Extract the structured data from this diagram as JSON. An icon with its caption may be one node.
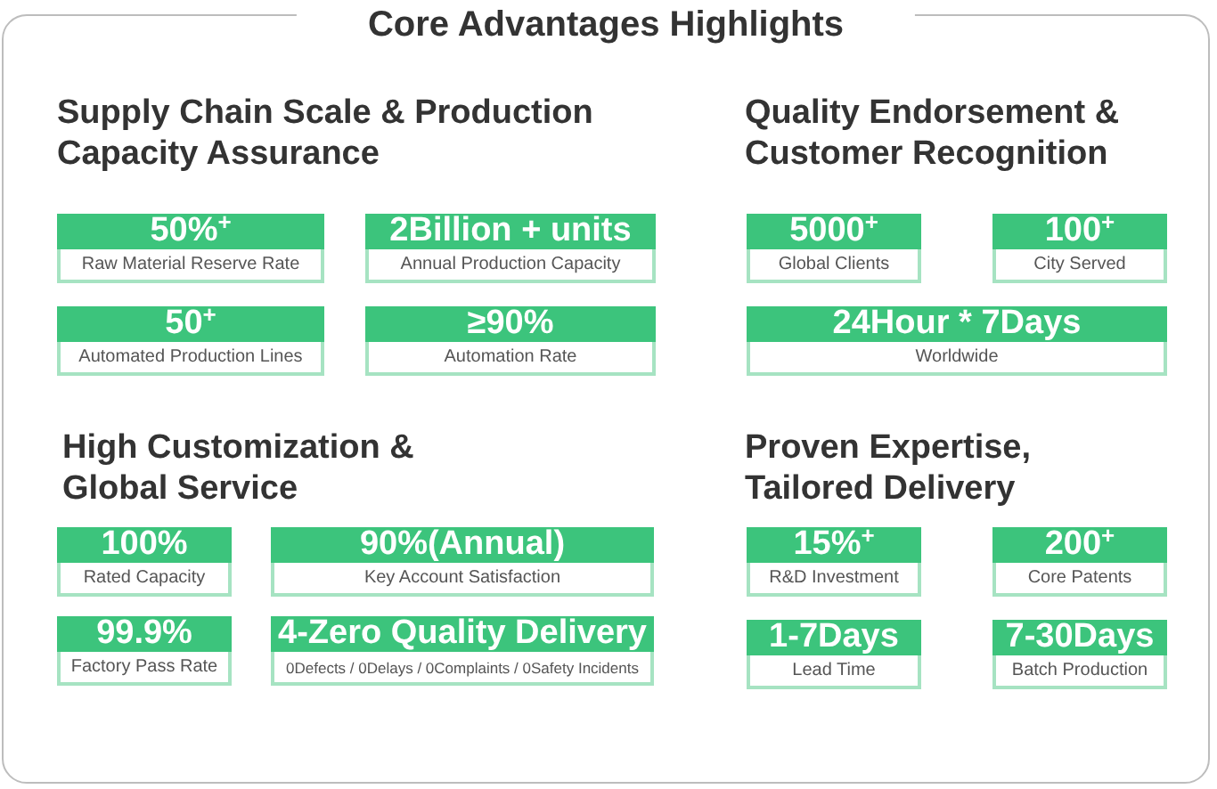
{
  "diagram": {
    "title": "Core Advantages Highlights",
    "nodes": [
      {
        "text": [
          "50%$^{+}$",
          "Raw Material Reserve Rate"
        ]
      },
      {
        "text": [
          "2Billion + units",
          "Annual Production Capacity"
        ]
      },
      {
        "text": [
          "50$^{+}$",
          "Automated Production Lines"
        ]
      },
      {
        "text": [
          "≥90%",
          "Automation Rate"
        ]
      },
      {
        "text": [
          "5000$^{+}$",
          "Global Clients"
        ]
      },
      {
        "text": [
          "100$^{+}$",
          "City Served"
        ]
      },
      {
        "text": [
          "24Hour * 7Days",
          "Worldwide"
        ]
      },
      {
        "text": [
          "100%",
          "Rated Capacity"
        ]
      },
      {
        "text": [
          "90%(Annual)",
          "Key Account Satisfaction"
        ]
      },
      {
        "text": [
          "99.9%",
          "Factory Pass Rate"
        ]
      },
      {
        "text": [
          "4-Zero Quality Delivery",
          "0Defects / 0Delays / 0Complaints / 0Safety Incidents"
        ]
      },
      {
        "text": [
          "15%$^{+}$",
          "R&D Investment"
        ]
      },
      {
        "text": [
          "200$^{+}$",
          "Core Patents"
        ]
      },
      {
        "text": [
          "1-7Days",
          "Lead Time"
        ]
      },
      {
        "text": [
          "7-30Days",
          "Batch Production"
        ]
      }
    ],
    "labels": [
      "Supply Chain Scale & Production Capacity Assurance",
      "Quality Endorsement & Customer Recognition",
      "High Customization & Global Service",
      "Proven Expertise, Tailored Delivery"
    ]
  }
}
